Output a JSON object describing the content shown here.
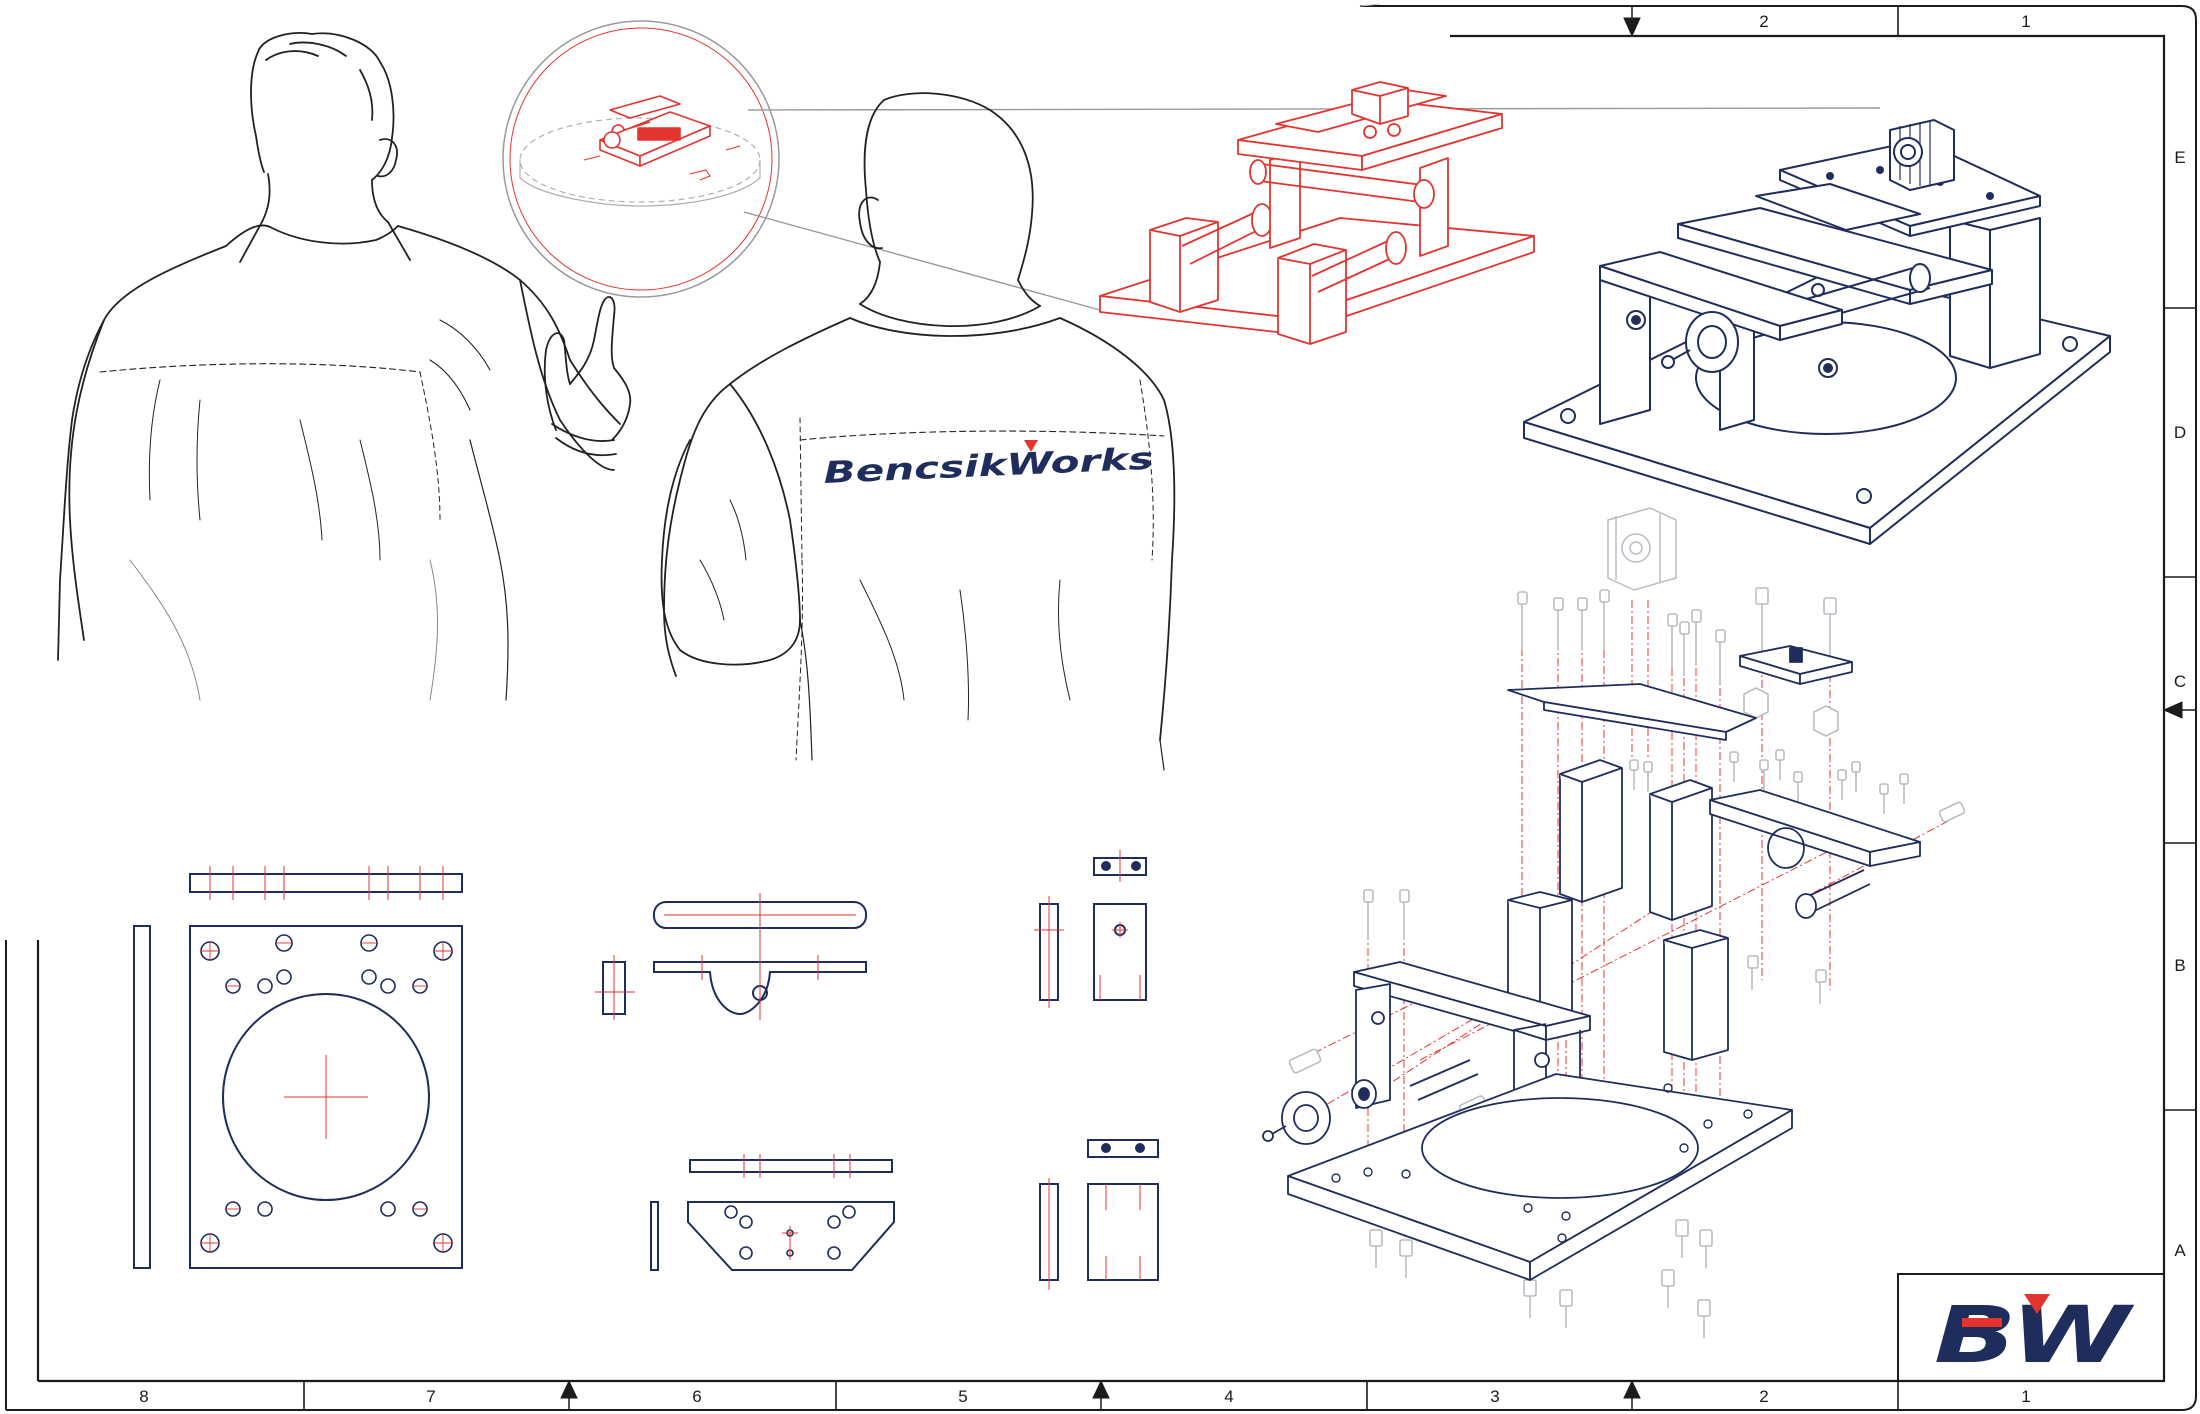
{
  "drawing_frame": {
    "top_columns": [
      "2",
      "1"
    ],
    "bottom_columns": [
      "8",
      "7",
      "6",
      "5",
      "4",
      "3",
      "2",
      "1"
    ],
    "right_rows": [
      "E",
      "D",
      "C",
      "B",
      "A"
    ]
  },
  "jacket_logo": {
    "text": "BencsikWorks"
  },
  "title_block": {
    "logo_text": "BW"
  },
  "colors": {
    "navy": "#1f2d5c",
    "red": "#e3342f",
    "sketch": "#222222",
    "gray": "#b9bcc2"
  },
  "icons": {
    "zone_arrow": "triangle-arrow"
  }
}
